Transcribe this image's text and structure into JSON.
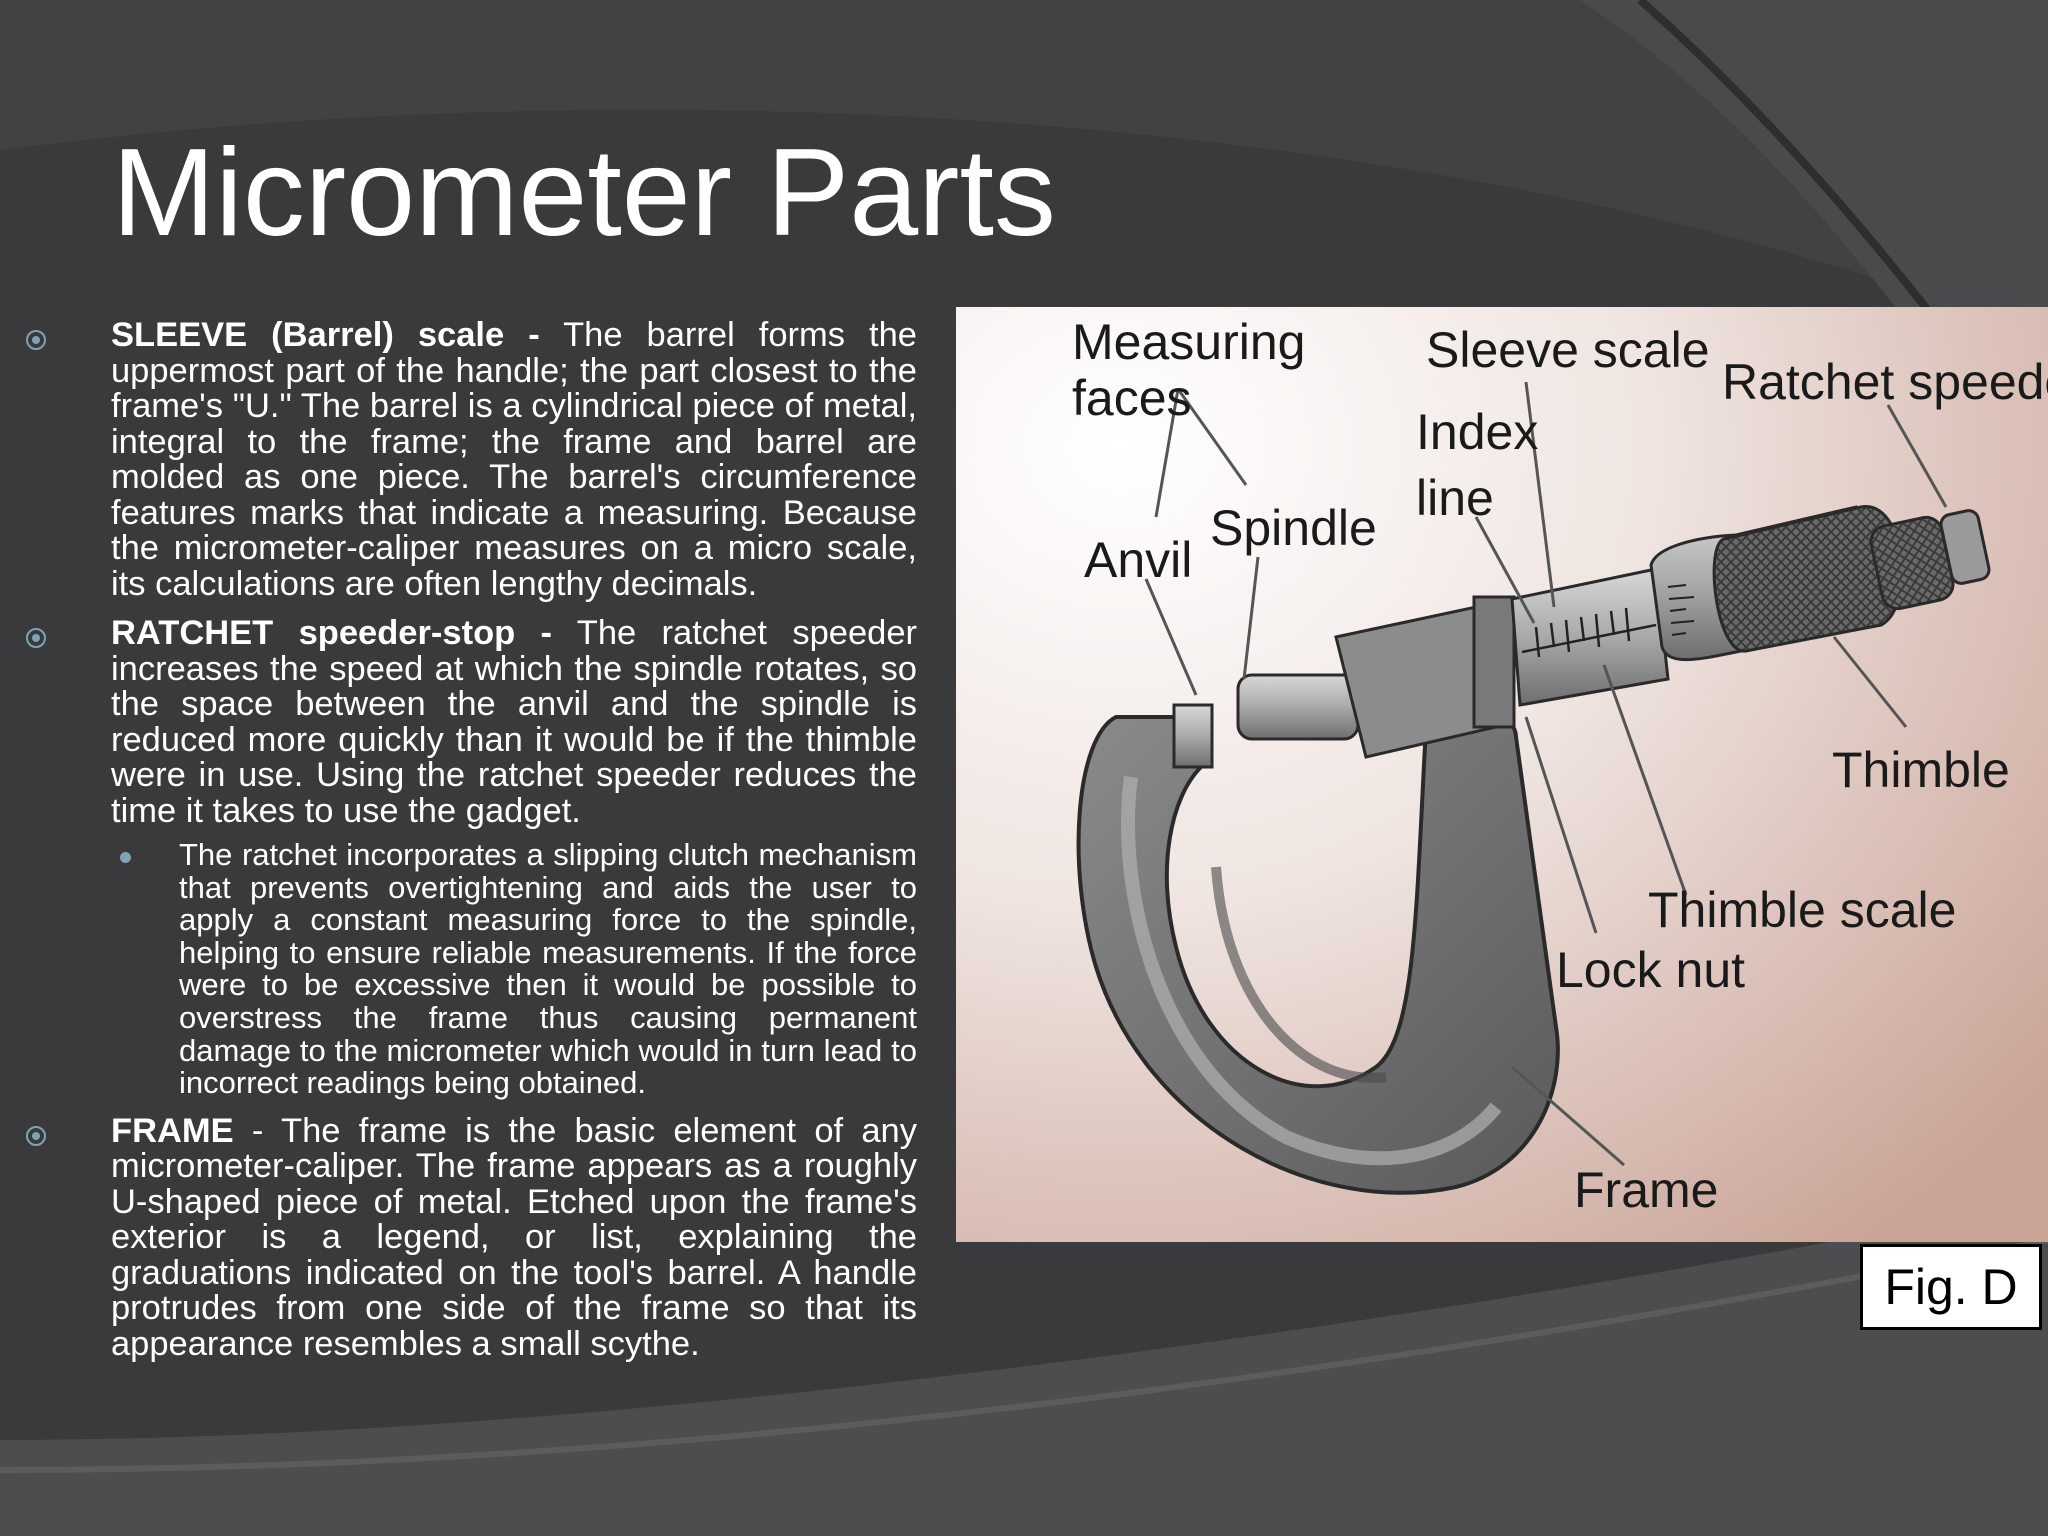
{
  "slide": {
    "title": "Micrometer Parts"
  },
  "bullets": [
    {
      "term": "SLEEVE (Barrel) scale -",
      "text": " The barrel forms the uppermost part of the handle; the part closest to the frame's \"U.\" The barrel is a cylindrical piece of metal, integral to the frame; the frame and barrel are molded as one piece. The barrel's circumference features marks that indicate a measuring. Because the micrometer-caliper measures on a micro scale, its calculations are often lengthy decimals."
    },
    {
      "term": "RATCHET speeder-stop -",
      "text": " The ratchet speeder increases the speed at which the spindle rotates, so the space between the anvil and the spindle is reduced more quickly than it would be if the thimble were in use. Using the ratchet speeder reduces the time it takes to use the gadget.",
      "sub": "The ratchet incorporates a slipping clutch mechanism that prevents overtightening and aids the user to apply a constant measuring force to the spindle, helping to ensure reliable measurements. If the force were to be excessive then it would be possible to overstress the frame thus causing permanent damage to the micrometer which would in turn lead to incorrect readings being obtained."
    },
    {
      "term": "FRAME",
      "text": " - The frame is the basic element of any micrometer-caliper. The frame appears as a roughly U-shaped piece of metal. Etched upon the frame's exterior is a legend, or list, explaining the graduations indicated on the tool's barrel. A handle protrudes from one side of the frame so that its appearance resembles a small scythe."
    }
  ],
  "figure": {
    "labels": {
      "measuring": "Measuring",
      "faces": "faces",
      "anvil": "Anvil",
      "spindle": "Spindle",
      "sleeve_scale": "Sleeve scale",
      "index": "Index",
      "line": "line",
      "ratchet_speeder": "Ratchet speeder",
      "thimble": "Thimble",
      "thimble_scale": "Thimble scale",
      "lock_nut": "Lock nut",
      "frame": "Frame"
    },
    "caption": "Fig. D"
  },
  "colors": {
    "background": "#3c3c3e",
    "bullet_accent": "#7ea3b4",
    "text": "#ffffff"
  }
}
